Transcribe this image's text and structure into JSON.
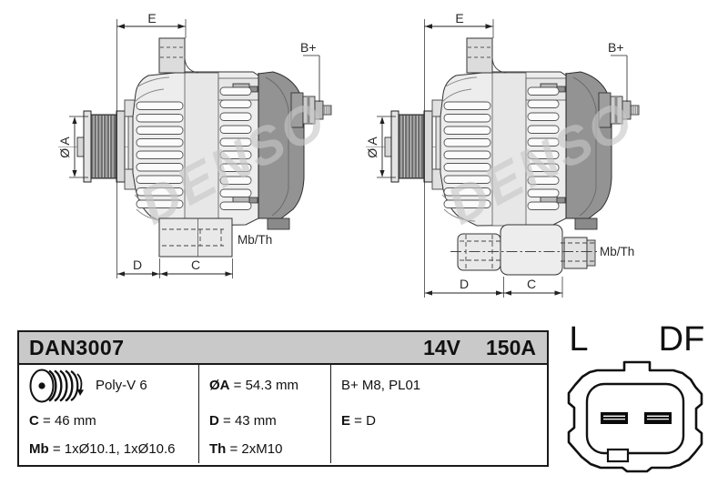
{
  "colors": {
    "table_header_bg": "#c9c9c9",
    "drawing_body_gray": "#ededed",
    "drawing_cover_gray": "#939393",
    "line_black": "#1a1a1a"
  },
  "drawings": {
    "watermark": "DENSO",
    "dim_e": "E",
    "dim_a": "Ø A",
    "b_plus": "B+",
    "dim_d": "D",
    "dim_c": "C",
    "mb_th": "Mb/Th"
  },
  "table": {
    "model": "DAN3007",
    "voltage": "14V",
    "current": "150A",
    "rows": [
      {
        "cells": [
          {
            "bold": "",
            "text": "Poly-V 6"
          },
          {
            "bold": "ØA",
            "text": " = 54.3 mm"
          },
          {
            "bold": "",
            "text": "B+ M8, PL01"
          }
        ]
      },
      {
        "cells": [
          {
            "bold": "C",
            "text": " = 46 mm"
          },
          {
            "bold": "D",
            "text": " = 43 mm"
          },
          {
            "bold": "E",
            "text": " = D"
          }
        ]
      },
      {
        "cells": [
          {
            "bold": "Mb",
            "text": " = 1xØ10.1, 1xØ10.6"
          },
          {
            "bold": "Th",
            "text": " = 2xM10"
          },
          {
            "bold": "",
            "text": ""
          }
        ]
      }
    ]
  },
  "connector": {
    "pin_left": "L",
    "pin_right": "DF"
  }
}
